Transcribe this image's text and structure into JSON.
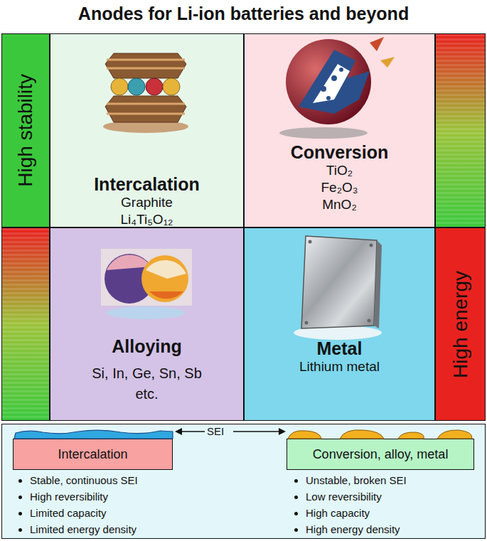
{
  "diagram": {
    "title": "Anodes for Li-ion batteries and beyond",
    "nodes": [
      {
        "text": [
          "High stability"
        ]
      },
      {
        "text": [
          "Intercalation",
          "Graphite Li₄Ti₅O₁₂"
        ]
      },
      {
        "text": [
          "Conversion",
          "TiO₂ Fe₂O₃ MnO₂"
        ]
      },
      {
        "text": [
          "Alloying",
          "Si, In, Ge, Sn, Sb etc."
        ]
      },
      {
        "text": [
          "Metal",
          "Lithium metal"
        ]
      },
      {
        "text": [
          "High energy"
        ]
      },
      {
        "text": [
          "Intercalation"
        ]
      },
      {
        "text": [
          "Conversion, alloy, metal"
        ]
      }
    ],
    "edges": [],
    "labels": [
      "SEI",
      "Stable, continuous SEI",
      "High reversibility",
      "Limited capacity",
      "Limited energy density",
      "Unstable, broken SEI",
      "Low reversibility",
      "High capacity",
      "High energy density"
    ]
  }
}
